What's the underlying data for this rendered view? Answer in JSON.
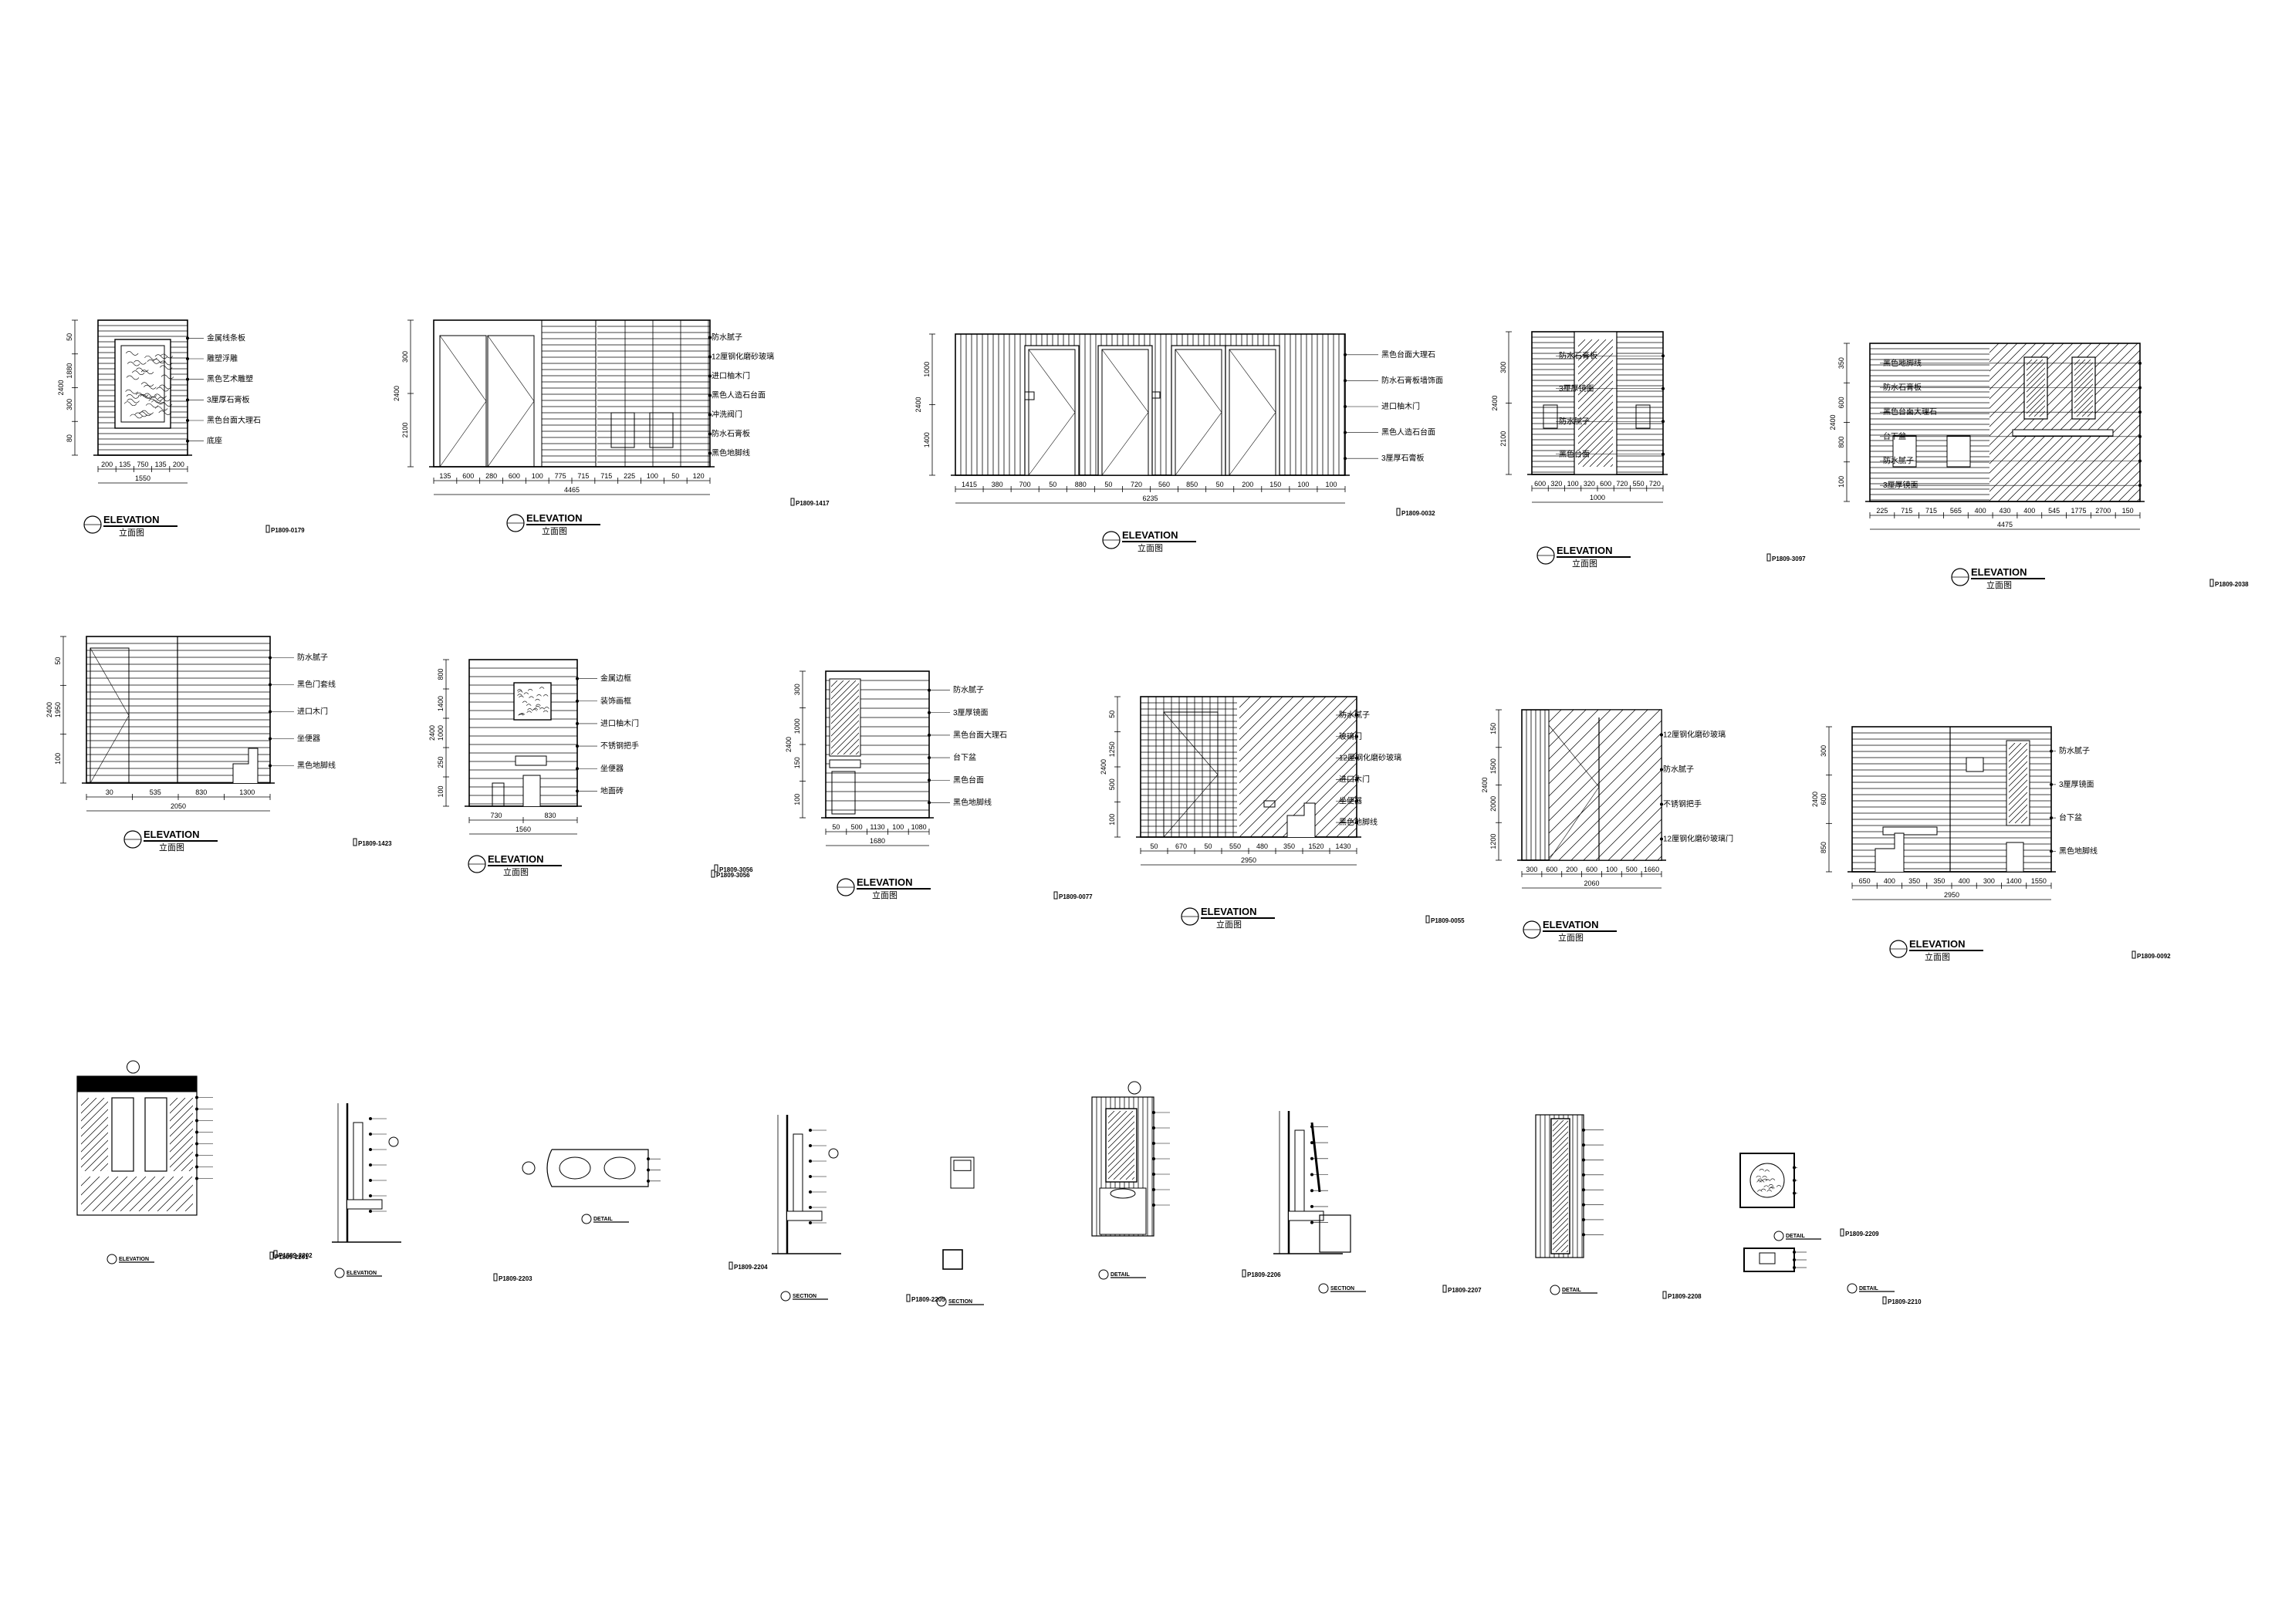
{
  "sheet": {
    "background": "#ffffff",
    "ink": "#000000"
  },
  "elevations": [
    {
      "title": "ELEVATION",
      "subtitle": "立面图",
      "ref": "P1809-0179",
      "height_dims": [
        "50",
        "1880",
        "300",
        "80",
        "2400"
      ],
      "width_dims": [
        "200",
        "135",
        "750",
        "135",
        "200",
        "1550"
      ],
      "notes": [
        "金属线条板",
        "雕塑浮雕",
        "黑色艺术雕塑",
        "3厘厚石膏板",
        "黑色台面大理石",
        "底座"
      ]
    },
    {
      "title": "ELEVATION",
      "subtitle": "立面图",
      "ref": "P1809-1417",
      "height_dims": [
        "300",
        "2100",
        "2400"
      ],
      "width_dims": [
        "135",
        "600",
        "280",
        "600",
        "100",
        "775",
        "715",
        "715",
        "225",
        "100",
        "50",
        "120",
        "4465"
      ],
      "notes": [
        "防水腻子",
        "12厘钢化磨砂玻璃",
        "进口柚木门",
        "黑色人造石台面",
        "冲洗阀门",
        "防水石膏板",
        "黑色地脚线"
      ]
    },
    {
      "title": "ELEVATION",
      "subtitle": "立面图",
      "ref": "P1809-0032",
      "height_dims": [
        "1000",
        "1400",
        "2400"
      ],
      "width_dims": [
        "1415",
        "380",
        "700",
        "50",
        "880",
        "50",
        "720",
        "560",
        "850",
        "50",
        "200",
        "150",
        "100",
        "100",
        "6235"
      ],
      "notes": [
        "黑色台面大理石",
        "防水石膏板墙饰面",
        "进口柚木门",
        "黑色人造石台面",
        "3厘厚石膏板"
      ]
    },
    {
      "title": "ELEVATION",
      "subtitle": "立面图",
      "ref": "P1809-3097",
      "height_dims": [
        "300",
        "2100",
        "2400"
      ],
      "width_dims": [
        "600",
        "320",
        "100",
        "320",
        "600",
        "720",
        "550",
        "720",
        "1000"
      ],
      "notes": [
        "防水石膏板",
        "3厘厚镜面",
        "防水腻子",
        "黑色台面"
      ]
    },
    {
      "title": "ELEVATION",
      "subtitle": "立面图",
      "ref": "P1809-2038",
      "height_dims": [
        "350",
        "600",
        "800",
        "100",
        "2400"
      ],
      "width_dims": [
        "225",
        "715",
        "715",
        "565",
        "400",
        "430",
        "400",
        "545",
        "1775",
        "2700",
        "150",
        "4475"
      ],
      "notes": [
        "黑色地脚线",
        "防水石膏板",
        "黑色台面大理石",
        "台下盆",
        "防水腻子",
        "3厘厚镜面"
      ]
    },
    {
      "title": "ELEVATION",
      "subtitle": "立面图",
      "ref": "P1809-1423",
      "height_dims": [
        "50",
        "1950",
        "100",
        "2400"
      ],
      "width_dims": [
        "30",
        "535",
        "830",
        "1300",
        "2050"
      ],
      "notes": [
        "防水腻子",
        "黑色门套线",
        "进口木门",
        "坐便器",
        "黑色地脚线"
      ]
    },
    {
      "title": "ELEVATION",
      "subtitle": "立面图",
      "ref": "P1809-3056",
      "height_dims": [
        "800",
        "1400",
        "1000",
        "250",
        "100",
        "2400"
      ],
      "width_dims": [
        "730",
        "830",
        "1560"
      ],
      "notes": [
        "金属边框",
        "装饰画框",
        "进口柚木门",
        "不锈钢把手",
        "坐便器",
        "地面砖"
      ]
    },
    {
      "title": "ELEVATION",
      "subtitle": "立面图",
      "ref": "P1809-3056",
      "height_dims": [
        "300",
        "1000",
        "150",
        "100",
        "2400"
      ],
      "width_dims": [
        "50",
        "500",
        "1130",
        "100",
        "1080",
        "1680"
      ],
      "notes": [
        "防水腻子",
        "3厘厚镜面",
        "黑色台面大理石",
        "台下盆",
        "黑色台面",
        "黑色地脚线"
      ]
    },
    {
      "title": "ELEVATION",
      "subtitle": "立面图",
      "ref": "P1809-0077",
      "height_dims": [
        "50",
        "1250",
        "500",
        "100",
        "2400"
      ],
      "width_dims": [
        "50",
        "670",
        "50",
        "550",
        "480",
        "350",
        "1520",
        "1430",
        "2950"
      ],
      "notes": [
        "防水腻子",
        "玻璃门",
        "12厘钢化磨砂玻璃",
        "进口木门",
        "坐便器",
        "黑色地脚线"
      ]
    },
    {
      "title": "ELEVATION",
      "subtitle": "立面图",
      "ref": "P1809-0055",
      "height_dims": [
        "150",
        "1500",
        "2000",
        "1200",
        "2400"
      ],
      "width_dims": [
        "300",
        "600",
        "200",
        "600",
        "100",
        "500",
        "1660",
        "2060"
      ],
      "notes": [
        "12厘钢化磨砂玻璃",
        "防水腻子",
        "不锈钢把手",
        "12厘钢化磨砂玻璃门"
      ]
    },
    {
      "title": "ELEVATION",
      "subtitle": "立面图",
      "ref": "P1809-0092",
      "height_dims": [
        "300",
        "600",
        "850",
        "2400"
      ],
      "width_dims": [
        "650",
        "400",
        "350",
        "350",
        "400",
        "300",
        "1400",
        "1550",
        "2950"
      ],
      "notes": [
        "防水腻子",
        "3厘厚镜面",
        "台下盆",
        "黑色地脚线"
      ]
    }
  ],
  "details": [
    {
      "title": "ELEVATION",
      "ref": "P1809-2201"
    },
    {
      "title": "ELEVATION",
      "ref": "P1809-2202"
    },
    {
      "title": "DETAIL",
      "ref": "P1809-2203"
    },
    {
      "title": "SECTION",
      "ref": "P1809-2204"
    },
    {
      "title": "SECTION",
      "ref": "P1809-2205"
    },
    {
      "title": "DETAIL",
      "ref": "P1809-2206"
    },
    {
      "title": "SECTION",
      "ref": "P1809-2207"
    },
    {
      "title": "DETAIL",
      "ref": "P1809-2208"
    },
    {
      "title": "DETAIL",
      "ref": "P1809-2209"
    },
    {
      "title": "DETAIL",
      "ref": "P1809-2210"
    }
  ]
}
